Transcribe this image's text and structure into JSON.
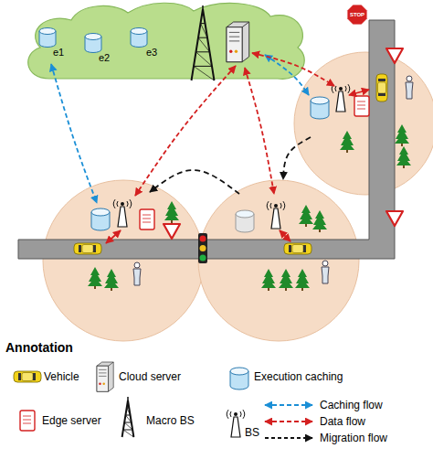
{
  "diagram": {
    "nodes": [
      {
        "text": [
          "e1",
          "e2",
          "e3"
        ]
      }
    ],
    "labels": [
      "STOP",
      "Annotation"
    ],
    "legend": [
      {
        "text": "Vehicle"
      },
      {
        "text": "Cloud server"
      },
      {
        "text": "Execution caching"
      },
      {
        "text": "Edge server"
      },
      {
        "text": "Macro BS"
      },
      {
        "text": "BS"
      },
      {
        "text": "Caching flow"
      },
      {
        "text": "Data flow"
      },
      {
        "text": "Migration flow"
      }
    ]
  }
}
